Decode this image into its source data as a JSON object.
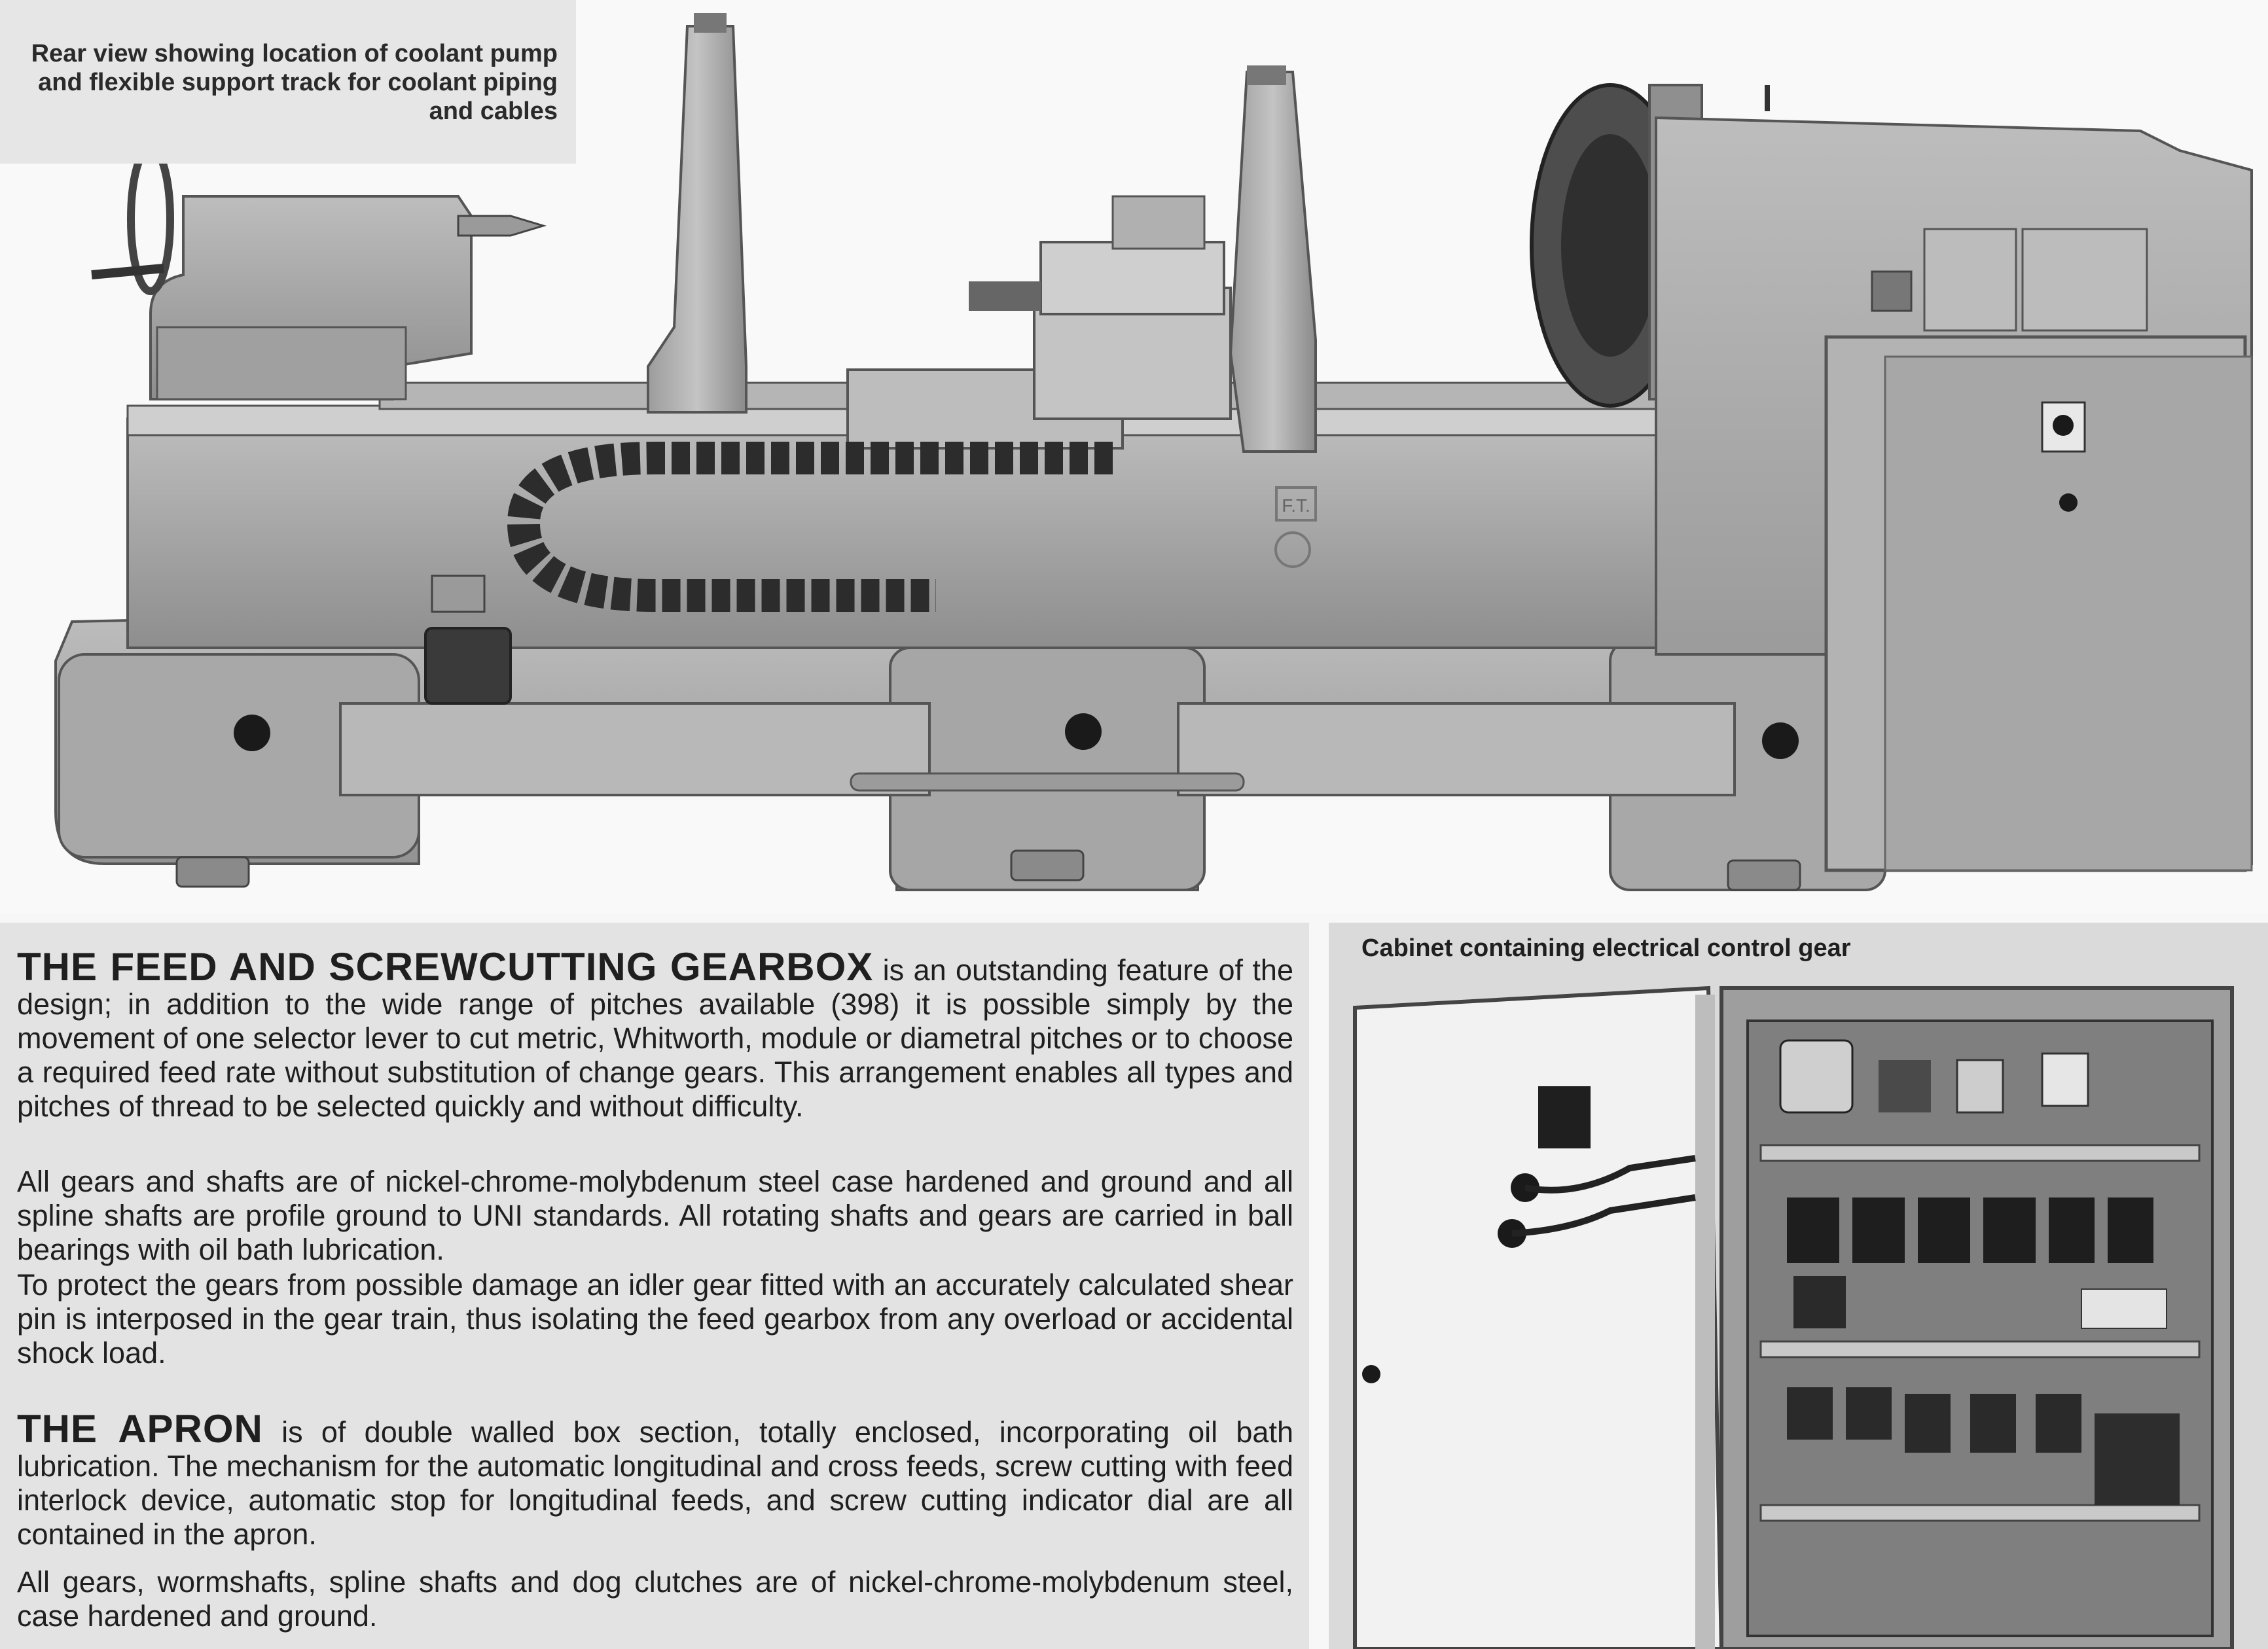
{
  "captions": {
    "rear_view": "Rear view showing location of coolant pump and flexible support track for coolant piping and cables",
    "cabinet": "Cabinet containing electrical control gear"
  },
  "plates": {
    "maker_mark": "F.T."
  },
  "sections": [
    {
      "lead": "THE FEED AND SCREWCUTTING GEARBOX",
      "paragraphs": [
        " is an outstanding feature of the design; in addition to the wide range of pitches available (398) it is possible simply by the movement of one selector lever to cut metric, Whitworth, module or diametral pitches or to choose a required feed rate without substitution of change gears. This arrangement enables all types and pitches of thread to be selected quickly and without difficulty.",
        "All gears and shafts are of nickel-chrome-molybdenum steel case hardened and ground and all spline shafts are profile ground to UNI standards. All rotating shafts and gears are carried in ball bearings with oil bath lubrication.",
        "To protect the gears from possible damage an idler gear fitted with an accurately calculated shear pin is interposed in the gear train, thus isolating the feed gearbox from any overload or accidental shock load."
      ]
    },
    {
      "lead": "THE APRON",
      "paragraphs": [
        " is of double walled box section, totally enclosed, incorporating oil bath lubrication. The mechanism for the automatic longitudinal and cross feeds, screw cutting with feed interlock device, automatic stop for longitudinal feeds, and screw cutting indicator dial are all contained in the apron.",
        "All gears, wormshafts, spline shafts and dog clutches are of nickel-chrome-molybdenum steel, case hardened and ground."
      ]
    }
  ]
}
